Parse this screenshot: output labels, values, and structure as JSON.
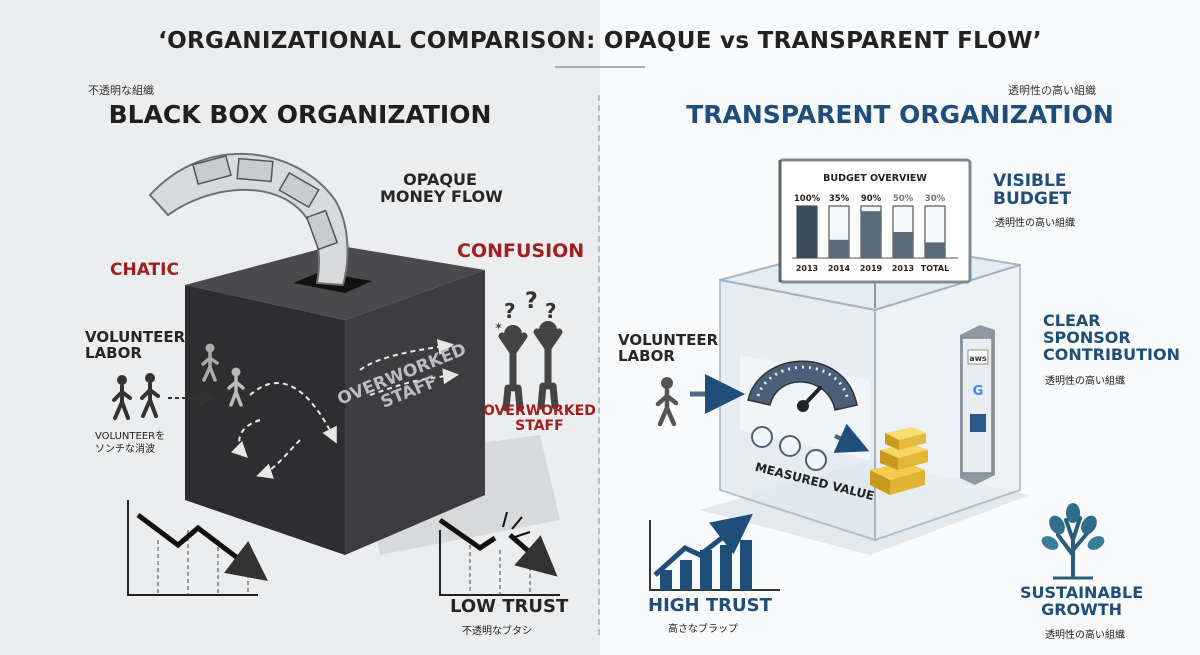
{
  "title": "‘ORGANIZATIONAL COMPARISON: OPAQUE vs TRANSPARENT FLOW’",
  "left": {
    "jp_tag": "不透明な組織",
    "heading": "BLACK BOX ORGANIZATION",
    "opaque_line1": "OPAQUE",
    "opaque_line2": "MONEY FLOW",
    "confusion": "CONFUSION",
    "chatic": "CHATIC",
    "volunteer_line1": "VOLUNTEER",
    "volunteer_line2": "LABOR",
    "volunteer_note_line1": "VOLUNTEERを",
    "volunteer_note_line2": "ソンチな消波",
    "box_text_line1": "OVERWORKED",
    "box_text_line2": "STAFF",
    "overworked_line1": "OVERWORKED",
    "overworked_line2": "STAFF",
    "low_trust": "LOW TRUST",
    "low_trust_note": "不透明なブタシ"
  },
  "right": {
    "jp_tag": "透明性の高い組織",
    "heading": "TRANSPARENT ORGANIZATION",
    "visible_line1": "VISIBLE",
    "visible_line2": "BUDGET",
    "visible_note": "透明性の高い組織",
    "sponsor_line1": "CLEAR",
    "sponsor_line2": "SPONSOR",
    "sponsor_line3": "CONTRIBUTION",
    "sponsor_note": "透明性の高い組織",
    "sponsor_logo": "aws",
    "volunteer_line1": "VOLUNTEER",
    "volunteer_line2": "LABOR",
    "measured": "MEASURED VALUE",
    "high_trust": "HIGH TRUST",
    "high_trust_note": "高さなブラップ",
    "growth_line1": "SUSTAINABLE",
    "growth_line2": "GROWTH",
    "growth_note": "透明性の高い組織"
  },
  "budget": {
    "title": "BUDGET OVERVIEW",
    "bars": [
      {
        "label": "2013",
        "value": 100,
        "text": "100%"
      },
      {
        "label": "2014",
        "value": 35,
        "text": "35%"
      },
      {
        "label": "2019",
        "value": 90,
        "text": "90%"
      },
      {
        "label": "2013",
        "value": 50,
        "text": "50%"
      },
      {
        "label": "TOTAL",
        "value": 30,
        "text": "30%"
      }
    ]
  },
  "colors": {
    "accent_blue": "#1f4e7a",
    "alert_red": "#a21f1f",
    "box_dark": "#3a3a3c"
  }
}
